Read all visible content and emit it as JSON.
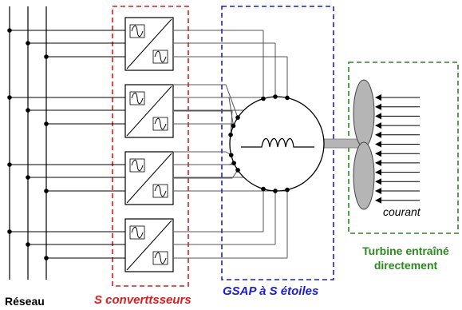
{
  "labels": {
    "grid": "Réseau",
    "converters": "S converttsseurs",
    "generator": "GSAP à S étoiles",
    "turbine": "Turbine entraîné directement",
    "current": "courant"
  },
  "converter_count": 4,
  "colors": {
    "converters_frame": "#e01b1b",
    "generator_frame": "#1a1ae6",
    "turbine_frame": "#2a8a1e",
    "blade_fill": "#b5b5b5",
    "shaft_fill": "#b5b5b5",
    "wire": "#000000",
    "converter_wire": "#555555"
  },
  "icons": {
    "converter": "ac-ac-converter-icon",
    "winding": "winding-icon",
    "blade": "turbine-blade-icon",
    "flow_arrow": "arrow-left-icon"
  }
}
